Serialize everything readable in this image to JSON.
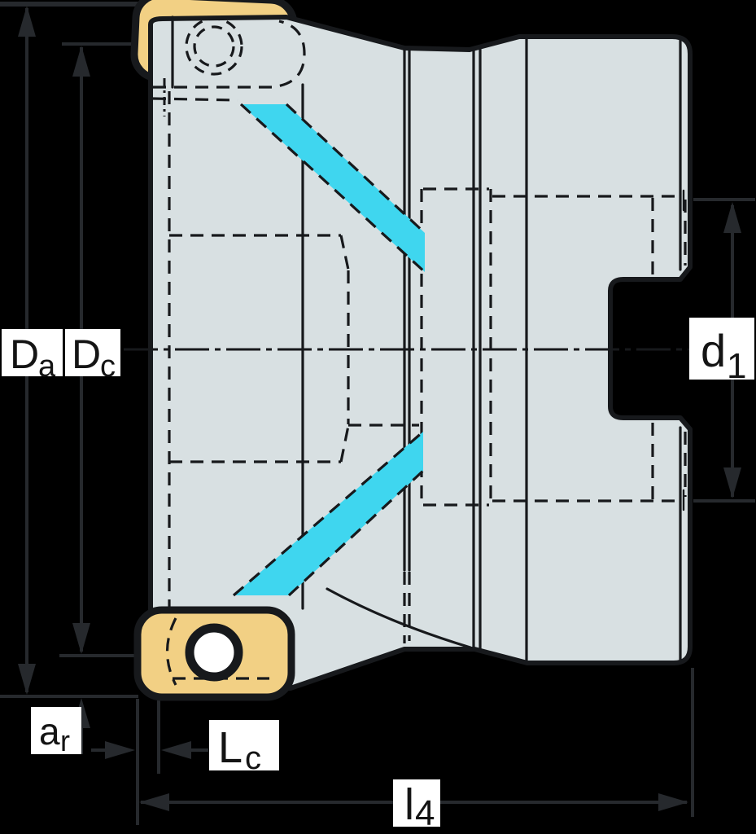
{
  "diagram": {
    "title": "milling-cutter-dimension-drawing",
    "labels": {
      "Da": {
        "main": "D",
        "sub": "a"
      },
      "Dc": {
        "main": "D",
        "sub": "c"
      },
      "d1": {
        "main": "d",
        "sub": "1"
      },
      "ar": {
        "main": "a",
        "sub": "r"
      },
      "Lc": {
        "main": "L",
        "sub": "c"
      },
      "l4": {
        "main": "l",
        "sub": "4"
      }
    }
  },
  "colors": {
    "background": "#000000",
    "body": "#d8e0e2",
    "insert": "#f2d084",
    "flute": "#3fd6ef",
    "outline": "#17191c",
    "dimension": "#26292d",
    "label_bg": "#ffffff",
    "label_text": "#141414",
    "hole": "#ffffff"
  }
}
